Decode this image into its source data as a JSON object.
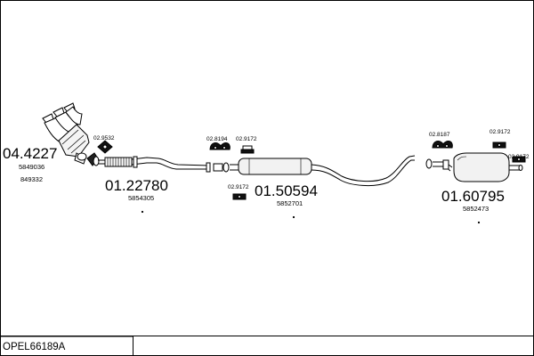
{
  "diagram": {
    "title": "OPEL66189A",
    "assemblies": [
      {
        "part_no": "04.4227",
        "refs": [
          "5849036",
          "849332"
        ]
      },
      {
        "part_no": "01.22780",
        "refs": [
          "5854305"
        ]
      },
      {
        "part_no": "01.50594",
        "refs": [
          "5852701"
        ]
      },
      {
        "part_no": "01.60795",
        "refs": [
          "5852473"
        ]
      }
    ],
    "accessories": [
      {
        "code": "02.9532"
      },
      {
        "code": "02.8194"
      },
      {
        "code": "02.9172"
      },
      {
        "code": "02.9172"
      },
      {
        "code": "02.8187"
      },
      {
        "code": "02.9172"
      },
      {
        "code": "02.9172"
      }
    ]
  }
}
